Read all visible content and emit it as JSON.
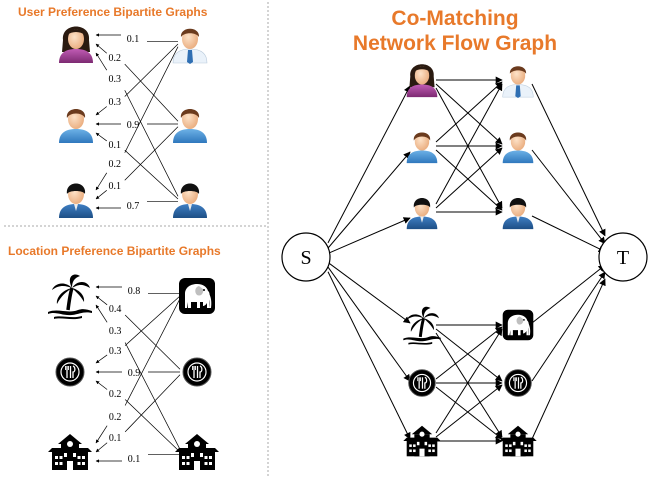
{
  "titles": {
    "user_bipartite": "User Preference Bipartite Graphs",
    "location_bipartite": "Location Preference Bipartite Graphs",
    "network_line1": "Co-Matching",
    "network_line2": "Network Flow Graph"
  },
  "colors": {
    "accent": "#e8792a",
    "female_shirt": "#9b3a8f",
    "male_shirt_blue": "#3d8fd0",
    "shirt_white": "#eaf2fa",
    "tie": "#2f6fb3",
    "dark_shirt": "#2b5f9a",
    "skin": "#f2c6a0",
    "hair_dark": "#2a1a10",
    "hair_brown": "#6b3b1e",
    "divider": "#aaaaaa"
  },
  "nodes": {
    "source_label": "S",
    "sink_label": "T"
  },
  "user_graph": {
    "left": [
      "female-user",
      "blue-shirt-user",
      "dark-shirt-user"
    ],
    "right": [
      "tie-user",
      "blue-shirt-user",
      "dark-shirt-user"
    ],
    "edges": [
      {
        "from": 0,
        "to": 0,
        "weight": "0.1"
      },
      {
        "from": 0,
        "to": 1,
        "weight": "0.2"
      },
      {
        "from": 0,
        "to": 2,
        "weight": "0.3"
      },
      {
        "from": 1,
        "to": 0,
        "weight": "0.3"
      },
      {
        "from": 1,
        "to": 1,
        "weight": "0.9"
      },
      {
        "from": 1,
        "to": 2,
        "weight": "0.1"
      },
      {
        "from": 2,
        "to": 0,
        "weight": "0.2"
      },
      {
        "from": 2,
        "to": 1,
        "weight": "0.1"
      },
      {
        "from": 2,
        "to": 2,
        "weight": "0.7"
      }
    ]
  },
  "location_graph": {
    "left": [
      "palm-island-icon",
      "restaurant-icon",
      "school-icon"
    ],
    "right": [
      "elephant-icon",
      "restaurant-icon",
      "school-icon"
    ],
    "edges": [
      {
        "from": 0,
        "to": 0,
        "weight": "0.8"
      },
      {
        "from": 0,
        "to": 1,
        "weight": "0.4"
      },
      {
        "from": 0,
        "to": 2,
        "weight": "0.3"
      },
      {
        "from": 1,
        "to": 0,
        "weight": "0.3"
      },
      {
        "from": 1,
        "to": 1,
        "weight": "0.9"
      },
      {
        "from": 1,
        "to": 2,
        "weight": "0.2"
      },
      {
        "from": 2,
        "to": 0,
        "weight": "0.2"
      },
      {
        "from": 2,
        "to": 1,
        "weight": "0.1"
      },
      {
        "from": 2,
        "to": 2,
        "weight": "0.1"
      }
    ]
  }
}
